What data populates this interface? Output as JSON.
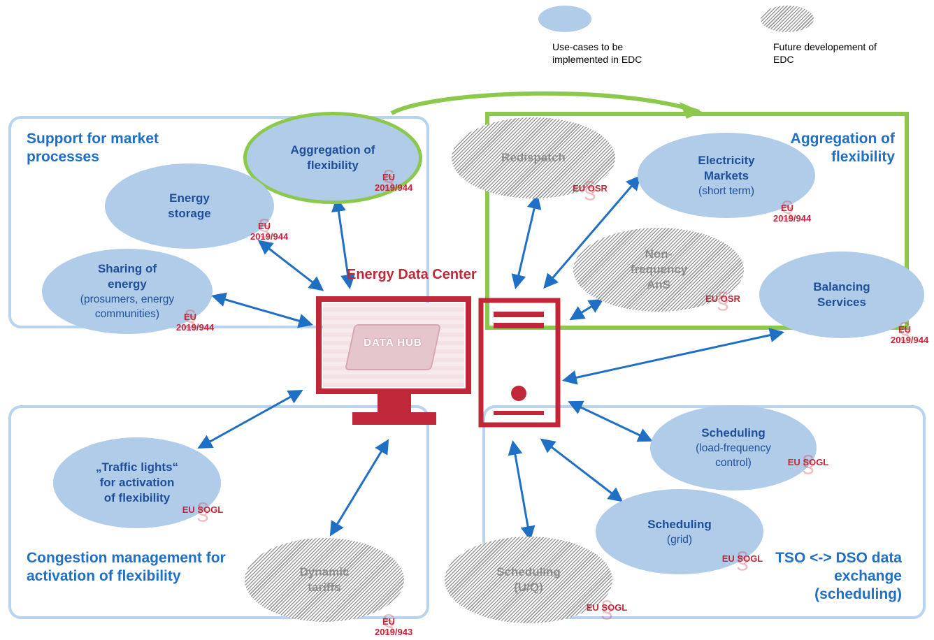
{
  "legend": {
    "implemented": {
      "text": "Use-cases to be implemented in EDC",
      "color": "#b1cce8"
    },
    "future": {
      "text": "Future developement of EDC"
    }
  },
  "title": "Energy Data Center",
  "datahub_label": "DATA HUB",
  "groups": {
    "market": "Support for market processes",
    "aggregation": "Aggregation of flexibility",
    "congestion": "Congestion management for activation of flexibility",
    "tso_dso": "TSO <-> DSO data exchange (scheduling)"
  },
  "nodes": {
    "aggregation": {
      "title": "Aggregation of flexibility",
      "sub": "",
      "reg": "EU 2019/944"
    },
    "energy_storage": {
      "title": "Energy storage",
      "sub": "",
      "reg": "EU 2019/944"
    },
    "sharing": {
      "title": "Sharing of energy",
      "sub": "(prosumers, energy communities)",
      "reg": "EU 2019/944"
    },
    "redispatch": {
      "title": "Redispatch",
      "sub": "",
      "reg": "EU OSR"
    },
    "electricity_markets": {
      "title": "Electricity Markets",
      "sub": "(short term)",
      "reg": "EU 2019/944"
    },
    "non_frequency": {
      "title": "Non-frequency AnS",
      "sub": "",
      "reg": "EU OSR"
    },
    "balancing": {
      "title": "Balancing Services",
      "sub": "",
      "reg": "EU 2019/944"
    },
    "traffic_lights": {
      "title": "„Traffic lights“ for activation of flexibility",
      "sub": "",
      "reg": "EU SOGL"
    },
    "dynamic_tariffs": {
      "title": "Dynamic tariffs",
      "sub": "",
      "reg": "EU 2019/943"
    },
    "scheduling_lfc": {
      "title": "Scheduling",
      "sub": "(load-frequency control)",
      "reg": "EU SOGL"
    },
    "scheduling_grid": {
      "title": "Scheduling",
      "sub": "(grid)",
      "reg": "EU SOGL"
    },
    "scheduling_uq": {
      "title": "Scheduling (U/Q)",
      "sub": "",
      "reg": "EU SOGL"
    }
  },
  "colors": {
    "frame_blue": "#b7d3ee",
    "frame_green": "#8cc84b",
    "arrow": "#1f6fc5",
    "edc_red": "#c0283a",
    "node_text": "#1f4e9a",
    "group_text": "#1f6fc5"
  }
}
